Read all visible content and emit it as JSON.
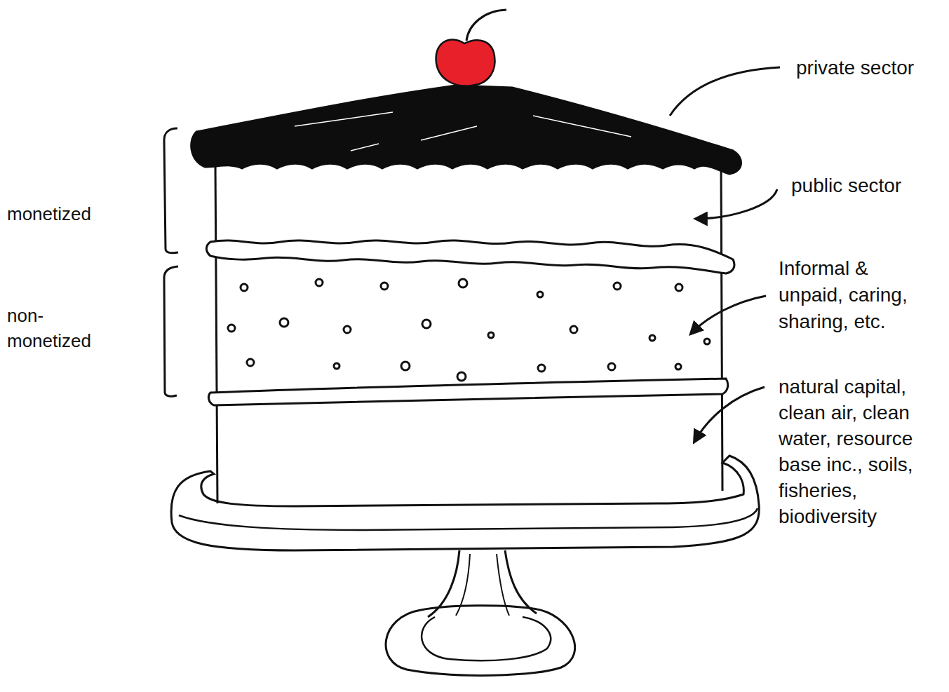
{
  "diagram": {
    "labels": [
      "private sector",
      "public sector",
      "monetized",
      "non- monetized",
      "Informal & unpaid, caring, sharing, etc.",
      "natural capital, clean air, clean water, resource base inc., soils, fisheries, biodiversity"
    ]
  }
}
